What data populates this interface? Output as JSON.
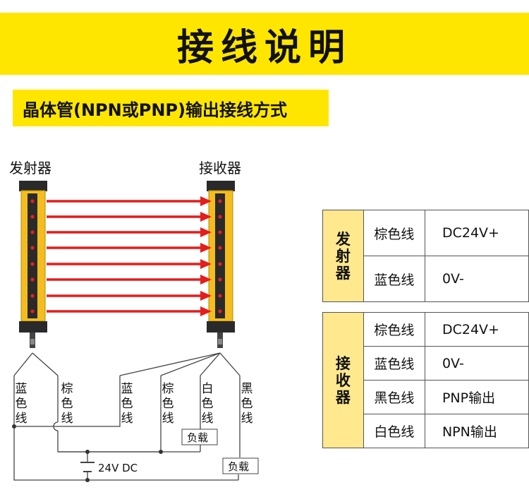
{
  "title": "接线说明",
  "subtitle": "晶体管(NPN或PNP)输出接线方式",
  "diagram": {
    "emitter_label": "发射器",
    "receiver_label": "接收器",
    "wires": [
      {
        "id": "w1",
        "label": "蓝色线"
      },
      {
        "id": "w2",
        "label": "棕色线"
      },
      {
        "id": "w3",
        "label": "蓝色线"
      },
      {
        "id": "w4",
        "label": "棕色线"
      },
      {
        "id": "w5",
        "label": "白色线"
      },
      {
        "id": "w6",
        "label": "黑色线"
      }
    ],
    "load1": "负载",
    "load2": "负载",
    "supply": "24V DC",
    "colors": {
      "arrow": "#e41d1d",
      "housing": "#f4bd1e",
      "body": "#2a2a2a",
      "led": "#e42020"
    }
  },
  "table": {
    "emitter": {
      "group": [
        "发",
        "射",
        "器"
      ],
      "rows": [
        {
          "wire": "棕色线",
          "func": "DC24V+"
        },
        {
          "wire": "蓝色线",
          "func": "0V-"
        }
      ]
    },
    "receiver": {
      "group": [
        "接",
        "收",
        "器"
      ],
      "rows": [
        {
          "wire": "棕色线",
          "func": "DC24V+"
        },
        {
          "wire": "蓝色线",
          "func": "0V-"
        },
        {
          "wire": "黑色线",
          "func": "PNP输出"
        },
        {
          "wire": "白色线",
          "func": "NPN输出"
        }
      ]
    }
  },
  "colors": {
    "accent": "#ffe600",
    "cell_highlight": "#ffe88e"
  }
}
